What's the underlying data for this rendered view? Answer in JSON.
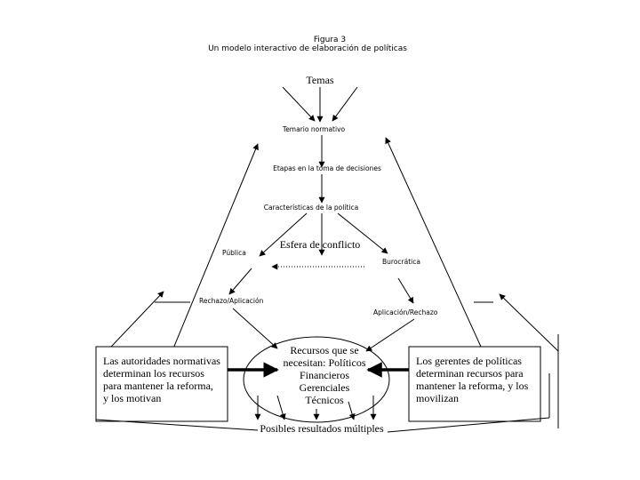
{
  "figure": {
    "number": "Figura 3",
    "title": "Un modelo interactivo de elaboración de políticas"
  },
  "nodes": {
    "temas": "Temas",
    "temario": "Temario normativo",
    "etapas": "Etapas en la toma de decisiones",
    "caracteristicas": "Características de la política",
    "esfera": "Esfera de conflicto",
    "publica": "Pública",
    "burocratica": "Burocrática",
    "rechazo_aplicacion": "Rechazo/Aplicación",
    "aplicacion_rechazo": "Aplicación/Rechazo",
    "recursos": [
      "Recursos que se",
      "necesitan: Políticos",
      "Financieros",
      "Gerenciales",
      "Técnicos"
    ],
    "resultados": "Posibles resultados múltiples"
  },
  "boxes": {
    "autoridades": [
      "Las autoridades normativas",
      "determinan los recursos",
      "para mantener la reforma,",
      "y los motivan"
    ],
    "gerentes": [
      "Los gerentes de políticas",
      "determinan recursos para",
      "mantener la reforma, y los",
      "movilizan"
    ]
  }
}
